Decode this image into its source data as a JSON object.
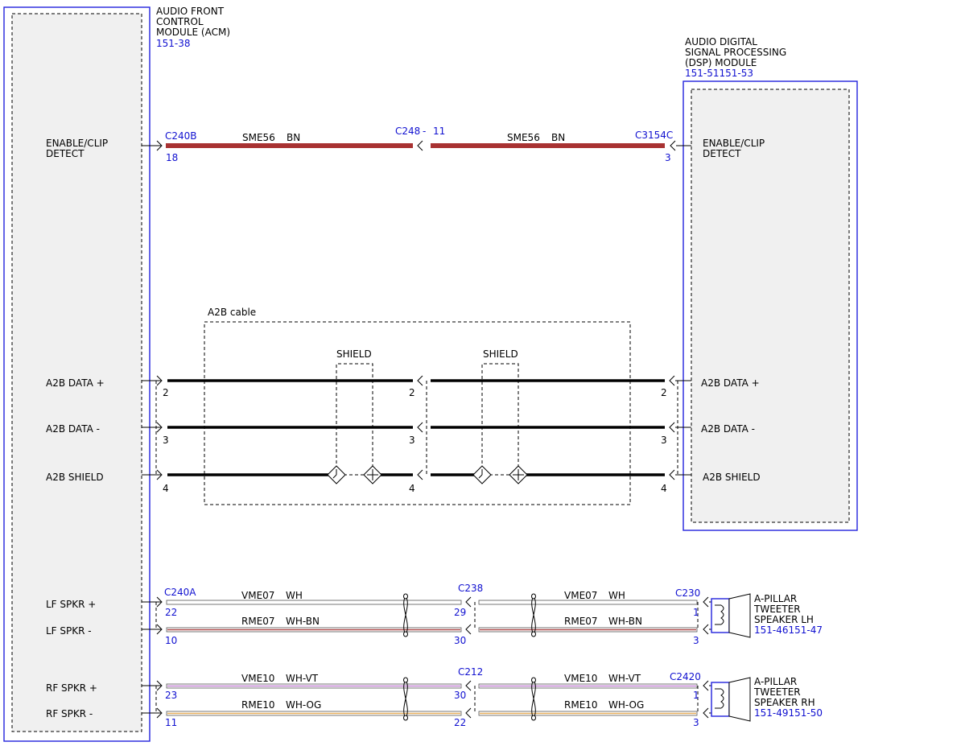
{
  "acm": {
    "line1": "AUDIO FRONT",
    "line2": "CONTROL",
    "line3": "MODULE (ACM)",
    "ref": "151-38"
  },
  "dsp": {
    "line1": "AUDIO DIGITAL",
    "line2": "SIGNAL PROCESSING",
    "line3": "(DSP) MODULE",
    "ref": "151-51151-53"
  },
  "enable": {
    "acm_label_1": "ENABLE/CLIP",
    "acm_label_2": "DETECT",
    "dsp_label_1": "ENABLE/CLIP",
    "dsp_label_2": "DETECT",
    "conn_left": "C240B",
    "pin_left": "18",
    "circuit_left": "SME56",
    "color_left": "BN",
    "conn_mid": "C248",
    "conn_mid_sep": "-",
    "pin_mid": "11",
    "circuit_right": "SME56",
    "color_right": "BN",
    "conn_right": "C3154C",
    "pin_right": "3",
    "wire_color": "#a83232"
  },
  "a2b": {
    "cable_label": "A2B cable",
    "shield_label_1": "SHIELD",
    "shield_label_2": "SHIELD",
    "rows": [
      {
        "acm_label": "A2B DATA +",
        "dsp_label": "A2B DATA +",
        "pin_left": "2",
        "pin_mid": "2",
        "pin_right": "2"
      },
      {
        "acm_label": "A2B DATA -",
        "dsp_label": "A2B DATA -",
        "pin_left": "3",
        "pin_mid": "3",
        "pin_right": "3"
      },
      {
        "acm_label": "A2B SHIELD",
        "dsp_label": "A2B SHIELD",
        "pin_left": "4",
        "pin_mid": "4",
        "pin_right": "4"
      }
    ]
  },
  "lf": {
    "conn_left": "C240A",
    "conn_mid": "C238",
    "conn_right": "C230",
    "speaker_1": "A-PILLAR",
    "speaker_2": "TWEETER",
    "speaker_3": "SPEAKER LH",
    "speaker_ref": "151-46151-47",
    "rows": [
      {
        "acm_label": "LF SPKR +",
        "pin_left": "22",
        "pin_mid": "29",
        "pin_right": "1",
        "circuit_left": "VME07",
        "color_left": "WH",
        "circuit_right": "VME07",
        "color_right": "WH",
        "stripe_color": "#ffffff"
      },
      {
        "acm_label": "LF SPKR -",
        "pin_left": "10",
        "pin_mid": "30",
        "pin_right": "3",
        "circuit_left": "RME07",
        "color_left": "WH-BN",
        "circuit_right": "RME07",
        "color_right": "WH-BN",
        "stripe_color": "#b05050"
      }
    ]
  },
  "rf": {
    "conn_left": "",
    "conn_mid": "C212",
    "conn_right": "C2420",
    "speaker_1": "A-PILLAR",
    "speaker_2": "TWEETER",
    "speaker_3": "SPEAKER RH",
    "speaker_ref": "151-49151-50",
    "rows": [
      {
        "acm_label": "RF SPKR +",
        "pin_left": "23",
        "pin_mid": "30",
        "pin_right": "1",
        "circuit_left": "VME10",
        "color_left": "WH-VT",
        "circuit_right": "VME10",
        "color_right": "WH-VT",
        "stripe_color": "#c080d0"
      },
      {
        "acm_label": "RF SPKR -",
        "pin_left": "11",
        "pin_mid": "22",
        "pin_right": "3",
        "circuit_left": "RME10",
        "color_left": "WH-OG",
        "circuit_right": "RME10",
        "color_right": "WH-OG",
        "stripe_color": "#e8b060"
      }
    ]
  }
}
